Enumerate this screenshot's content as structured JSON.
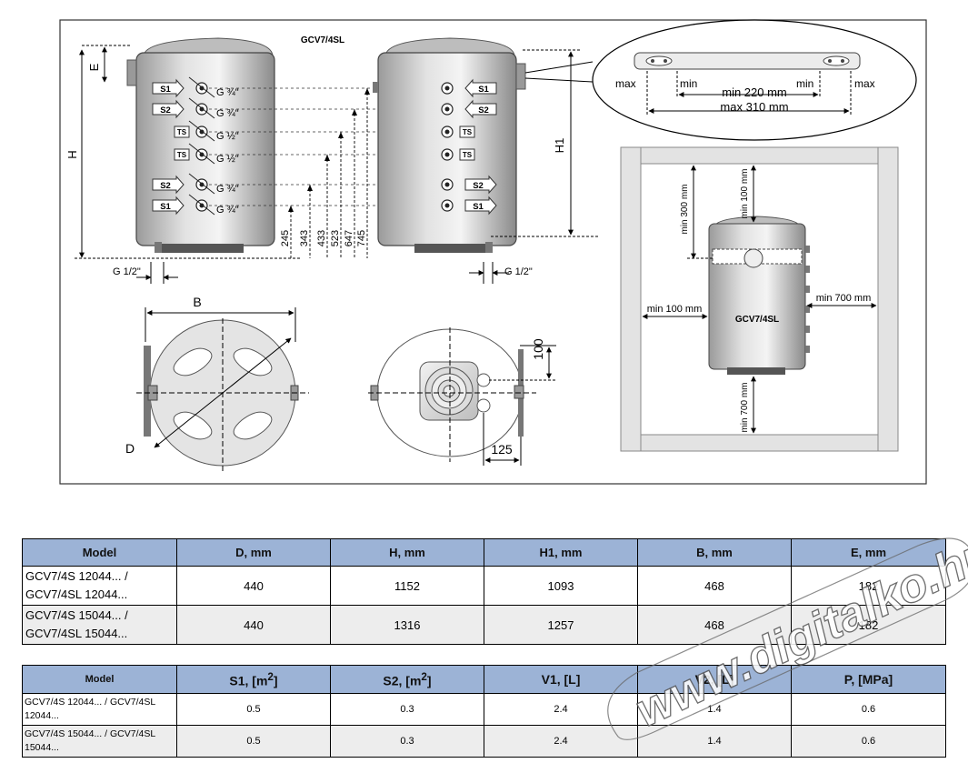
{
  "drawing": {
    "title_top": "GCV7/4SL",
    "label_E": "E",
    "label_H": "H",
    "label_H1": "H1",
    "label_B": "B",
    "label_D": "D",
    "front_ports": [
      {
        "tag": "S1",
        "thread": "G ¾\""
      },
      {
        "tag": "S2",
        "thread": "G ¾\""
      },
      {
        "tag": "TS",
        "thread": "G ½\""
      },
      {
        "tag": "TS",
        "thread": "G ½\""
      },
      {
        "tag": "S2",
        "thread": "G ¾\""
      },
      {
        "tag": "S1",
        "thread": "G ¾\""
      }
    ],
    "side_ports": [
      "S1",
      "S2",
      "TS",
      "TS",
      "S2",
      "S1"
    ],
    "heights": [
      "245",
      "343",
      "433",
      "523",
      "647",
      "745"
    ],
    "g_half_left": "G 1/2\"",
    "g_half_right": "G 1/2\"",
    "bracket": {
      "max_left": "max",
      "min_left": "min",
      "min_right": "min",
      "max_right": "max",
      "min_220": "min 220 mm",
      "max_310": "max 310 mm"
    },
    "clearance": {
      "min_300": "min 300 mm",
      "min_100_top": "min 100 mm",
      "min_100_left": "min 100 mm",
      "min_700_right": "min 700 mm",
      "min_700_bottom": "min 700 mm",
      "tank_label": "GCV7/4SL"
    },
    "dim_100": "100",
    "dim_125": "125"
  },
  "table1": {
    "headers": [
      "Model",
      "D, mm",
      "H, mm",
      "H1, mm",
      "B, mm",
      "E, mm"
    ],
    "rows": [
      {
        "model_a": "GCV7/4S 12044... /",
        "model_b": "GCV7/4SL 12044...",
        "d": "440",
        "h": "1152",
        "h1": "1093",
        "b": "468",
        "e": "182"
      },
      {
        "model_a": "GCV7/4S 15044... /",
        "model_b": "GCV7/4SL 15044...",
        "d": "440",
        "h": "1316",
        "h1": "1257",
        "b": "468",
        "e": "182"
      }
    ]
  },
  "table2": {
    "h_model": "Model",
    "h_s1": "S1, [m",
    "h_s2": "S2, [m",
    "h_sq": "2",
    "h_close": "]",
    "h_v1": "V1, [L]",
    "h_v2": "V2, [L]",
    "h_p": "P, [MPa]",
    "rows": [
      {
        "model_a": "GCV7/4S 12044... / GCV7/4SL",
        "model_b": "12044...",
        "s1": "0.5",
        "s2": "0.3",
        "v1": "2.4",
        "v2": "1.4",
        "p": "0.6"
      },
      {
        "model_a": "GCV7/4S 15044... / GCV7/4SL",
        "model_b": "15044...",
        "s1": "0.5",
        "s2": "0.3",
        "v1": "2.4",
        "v2": "1.4",
        "p": "0.6"
      }
    ]
  },
  "watermark": {
    "text": "www.digitalko.hu"
  }
}
